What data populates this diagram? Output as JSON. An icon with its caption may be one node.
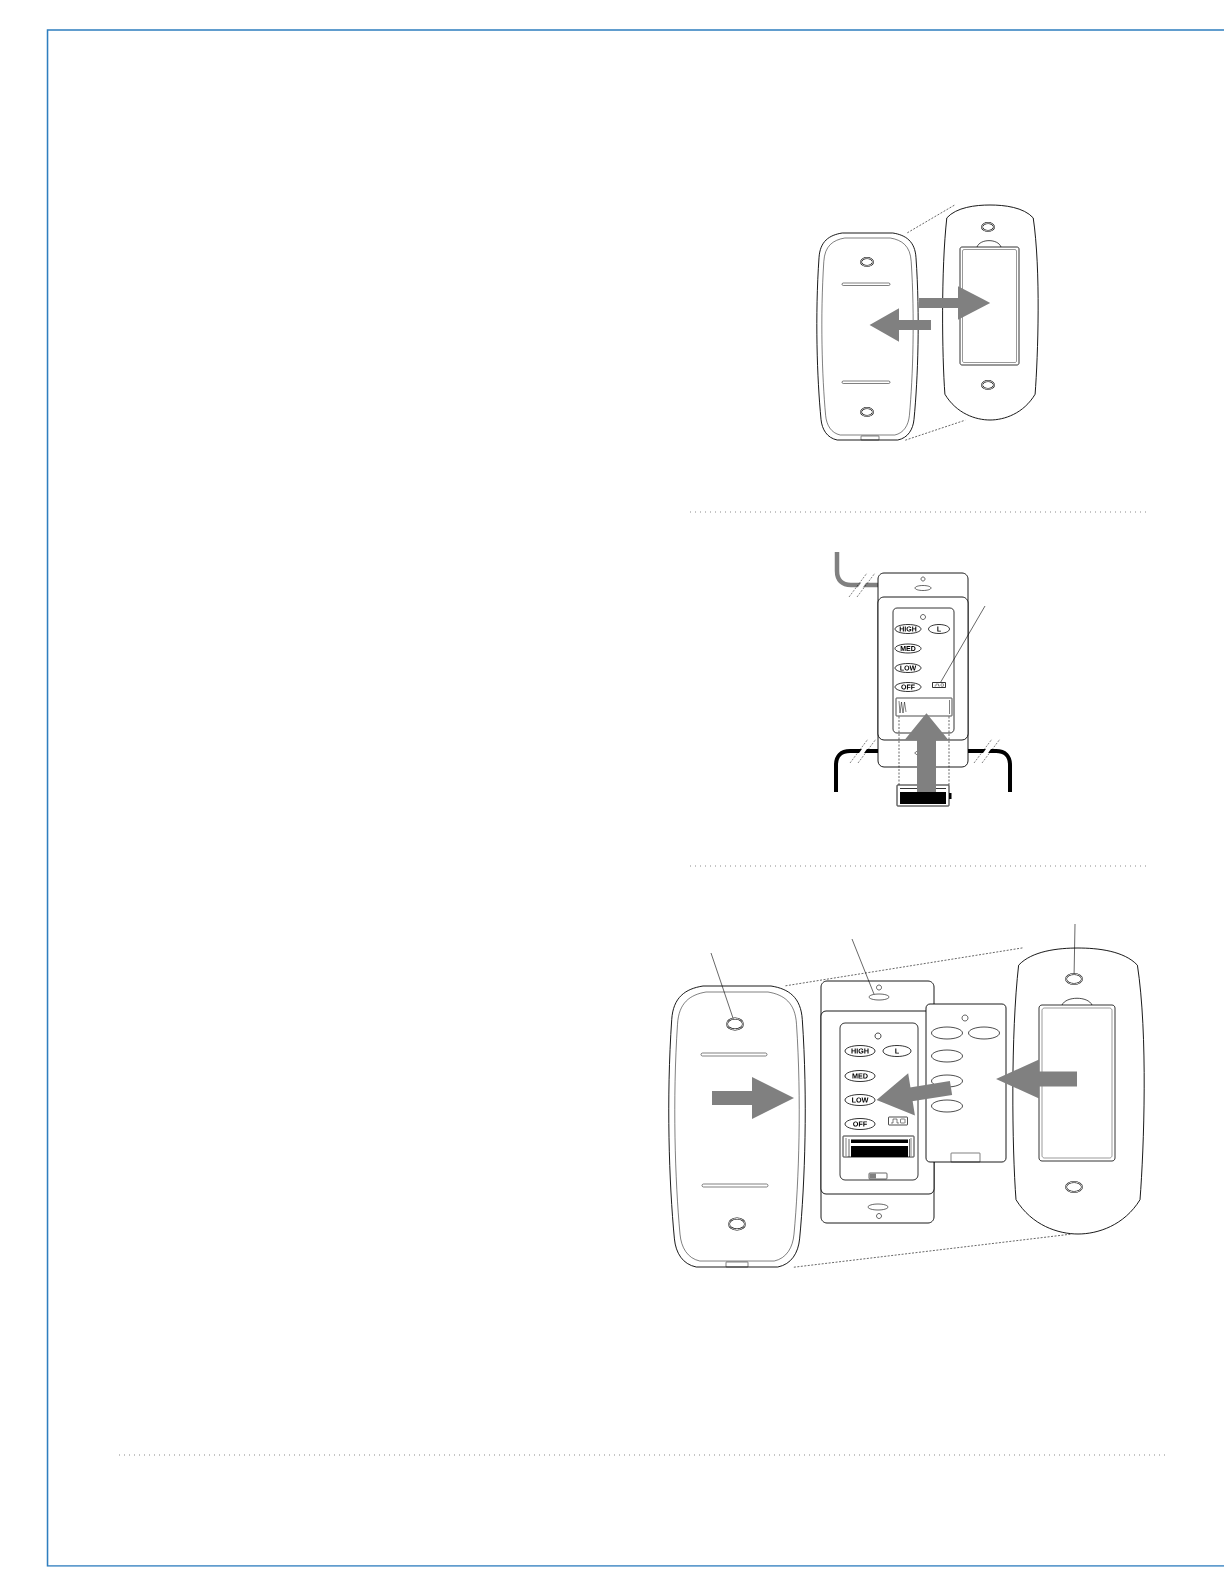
{
  "diagram": {
    "nodes": [
      {
        "text": [],
        "shape": "picture"
      },
      {
        "text": [],
        "shape": "picture"
      },
      {
        "text": [],
        "shape": "box"
      },
      {
        "text": [],
        "shape": "box",
        "in": 2
      },
      {
        "text": [],
        "shape": "box",
        "in": 3
      },
      {
        "text": [
          "HIGH"
        ],
        "in": 4
      },
      {
        "text": [
          "L"
        ],
        "in": 4
      },
      {
        "text": [
          "MED"
        ],
        "in": 4
      },
      {
        "text": [
          "LOW"
        ],
        "in": 4
      },
      {
        "text": [
          "OFF"
        ],
        "in": 4
      },
      {
        "text": [],
        "shape": "box",
        "in": 4
      },
      {
        "text": [],
        "shape": "box",
        "in": 4
      },
      {
        "text": [],
        "shape": "picture"
      },
      {
        "text": [],
        "shape": "picture"
      },
      {
        "text": [],
        "shape": "oval",
        "in": 13
      },
      {
        "text": [],
        "shape": "box"
      },
      {
        "text": [],
        "shape": "oval",
        "in": 15
      },
      {
        "text": [],
        "shape": "box",
        "in": 15
      },
      {
        "text": [],
        "shape": "box",
        "in": 17
      },
      {
        "text": [
          "HIGH"
        ],
        "in": 18
      },
      {
        "text": [
          "L"
        ],
        "in": 18
      },
      {
        "text": [
          "MED"
        ],
        "in": 18
      },
      {
        "text": [
          "LOW"
        ],
        "in": 18
      },
      {
        "text": [
          "OFF"
        ],
        "in": 18
      },
      {
        "text": [],
        "shape": "box"
      },
      {
        "text": [],
        "shape": "picture"
      },
      {
        "text": [],
        "shape": "oval",
        "in": 25
      }
    ],
    "edges": [
      {
        "from": 0,
        "to": 1,
        "arrow": "none",
        "style": "dashed"
      },
      {
        "from": 0,
        "to": 1,
        "arrow": "none",
        "style": "dashed"
      },
      {
        "from": 0,
        "to": 1,
        "arrow": "to",
        "style": "thick",
        "color": "#808080"
      },
      {
        "from": 1,
        "to": 0,
        "arrow": "to",
        "style": "thick",
        "color": "#808080"
      },
      {
        "from": null,
        "to": 10,
        "arrow": "none"
      },
      {
        "from": 12,
        "to": 11,
        "arrow": "none",
        "style": "dashed"
      },
      {
        "from": 12,
        "to": 11,
        "arrow": "none",
        "style": "dashed"
      },
      {
        "from": 12,
        "to": 11,
        "arrow": "to",
        "style": "thick",
        "color": "#808080"
      },
      {
        "from": 13,
        "to": 25,
        "arrow": "none",
        "style": "dashed"
      },
      {
        "from": 13,
        "to": 25,
        "arrow": "none",
        "style": "dashed"
      },
      {
        "from": null,
        "to": 14,
        "arrow": "none"
      },
      {
        "from": null,
        "to": 16,
        "arrow": "none"
      },
      {
        "from": null,
        "to": 26,
        "arrow": "none"
      },
      {
        "from": 24,
        "to": 18,
        "arrow": "to",
        "style": "thick",
        "color": "#808080"
      }
    ]
  }
}
